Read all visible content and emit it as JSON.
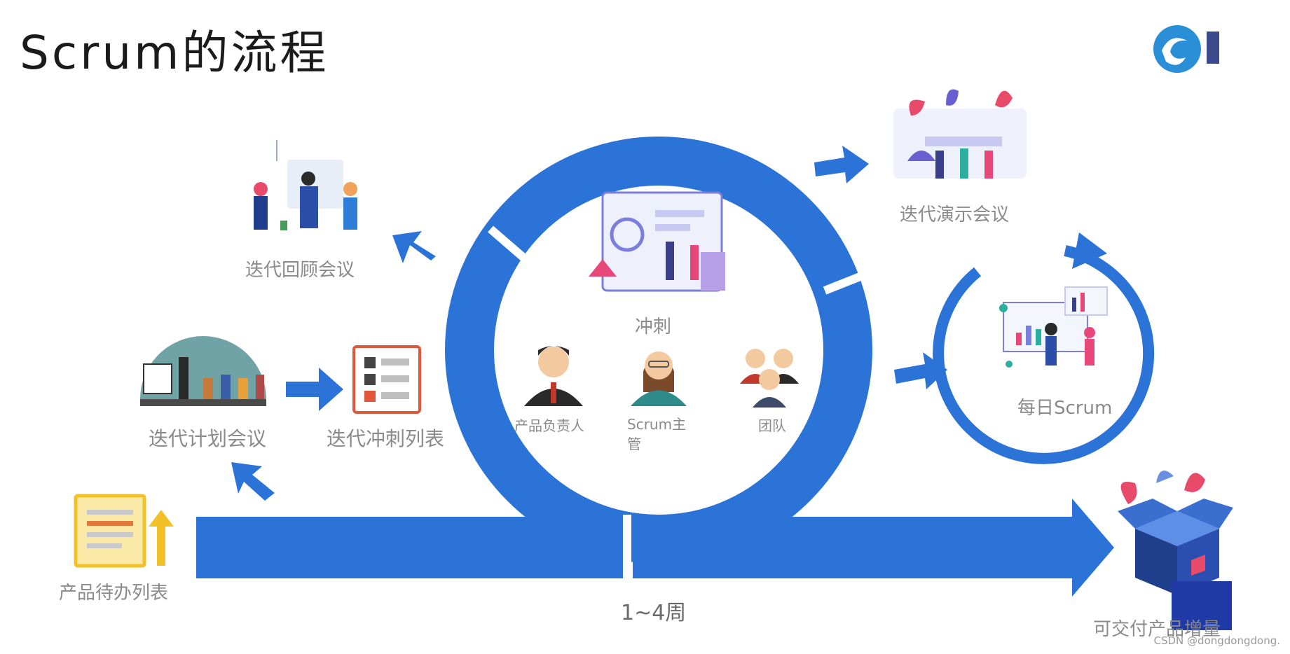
{
  "title": "Scrum的流程",
  "labels": {
    "retrospective": "迭代回顾会议",
    "planning": "迭代计划会议",
    "sprint_backlog": "迭代冲刺列表",
    "product_backlog": "产品待办列表",
    "sprint": "冲刺",
    "product_owner": "产品负责人",
    "scrum_master": "Scrum主管",
    "team": "团队",
    "review": "迭代演示会议",
    "daily_scrum": "每日Scrum",
    "duration": "1~4周",
    "increment": "可交付产品增量"
  },
  "watermark": "CSDN @dongdongdong.",
  "colors": {
    "primary_blue": "#2b73d6",
    "label_gray": "#8a8a8a",
    "title_dark": "#1b1b1b"
  },
  "icons": [
    "retrospective-illustration",
    "planning-illustration",
    "sprint-backlog-checklist-icon",
    "product-backlog-document-icon",
    "sprint-dashboard-illustration",
    "product-owner-avatar-icon",
    "scrum-master-avatar-icon",
    "team-avatar-icon",
    "review-illustration",
    "daily-scrum-illustration",
    "increment-box-icon",
    "brand-logo-icon"
  ]
}
